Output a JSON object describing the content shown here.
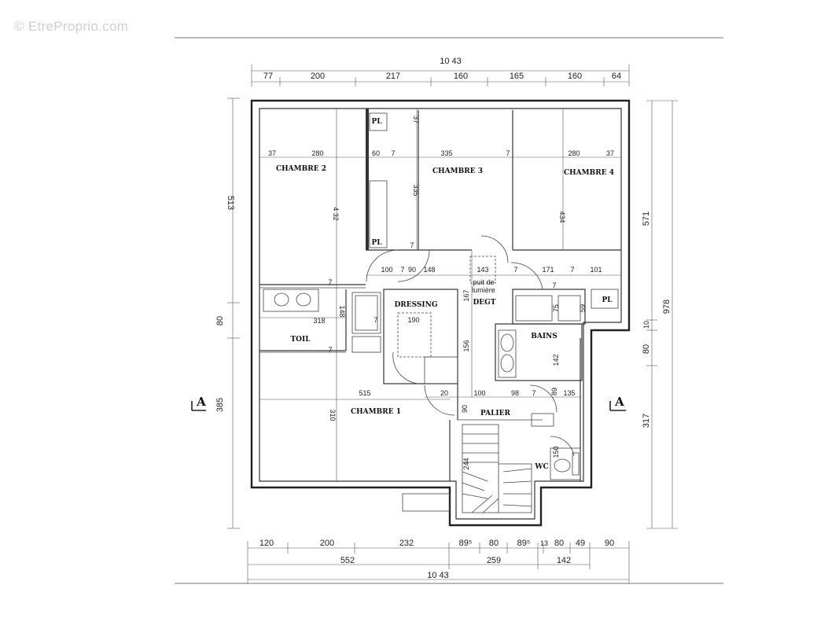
{
  "watermark": "© EtreProprio.com",
  "rooms": {
    "chambre2": "CHAMBRE 2",
    "chambre3": "CHAMBRE 3",
    "chambre4": "CHAMBRE 4",
    "chambre1": "CHAMBRE 1",
    "dressing": "DRESSING",
    "degt": "DEGT",
    "toil": "TOIL",
    "bains": "BAINS",
    "palier": "PALIER",
    "wc": "WC",
    "pl_a": "PL",
    "pl_b": "PL",
    "pl_c": "PL",
    "puit_line1": "puit de",
    "puit_line2": "lumière"
  },
  "section_marks": {
    "left": "A",
    "right": "A"
  },
  "dims": {
    "top_total": "10 43",
    "top": [
      "77",
      "200",
      "217",
      "160",
      "165",
      "160",
      "64"
    ],
    "bottom_row1": [
      "120",
      "200",
      "232",
      "89⁵",
      "80",
      "89⁵",
      "13",
      "80",
      "49",
      "90"
    ],
    "bottom_row2": [
      "552",
      "259",
      "142"
    ],
    "bottom_total": "10 43",
    "left": [
      "513",
      "80",
      "385"
    ],
    "right_inner": [
      "571",
      "10",
      "80",
      "317"
    ],
    "right_total": "978",
    "interior": {
      "r1": [
        "37",
        "280",
        "60",
        "7",
        "335",
        "7",
        "280",
        "37"
      ],
      "r2": [
        "100",
        "7",
        "90",
        "148",
        "143",
        "7",
        "171",
        "7",
        "101"
      ],
      "ch2_h": "4 32",
      "ch3_h": "335",
      "ch4_h": "434",
      "pl_37": "37",
      "d7a": "7",
      "d7b": "7",
      "d7c": "7",
      "d7d": "7",
      "d7e": "7",
      "toil_w": "318",
      "toil_h": "148",
      "dress_w": "190",
      "degt_h": "167",
      "bains_h": "142",
      "bains_w1": "75",
      "bains_w2": "59",
      "deg_156": "156",
      "ch1_w": "515",
      "ch1_h": "310",
      "pal": [
        "20",
        "100",
        "98",
        "7",
        "89",
        "135"
      ],
      "pal_90": "90",
      "wc_h": "150",
      "stair": "244"
    }
  }
}
